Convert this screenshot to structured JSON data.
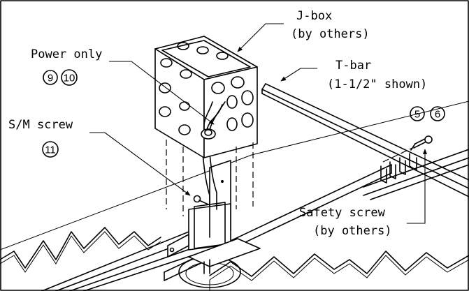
{
  "labels": {
    "jbox_line1": "J-box",
    "jbox_line2": "(by others)",
    "power_only": "Power only",
    "tbar_line1": "T-bar",
    "tbar_line2": "(1-1/2\" shown)",
    "sm_screw": "S/M screw",
    "safety_line1": "Safety screw",
    "safety_line2": "(by others)"
  },
  "callouts": {
    "c9": "9",
    "c10": "10",
    "c5": "5",
    "c6": "6",
    "c11": "11"
  }
}
